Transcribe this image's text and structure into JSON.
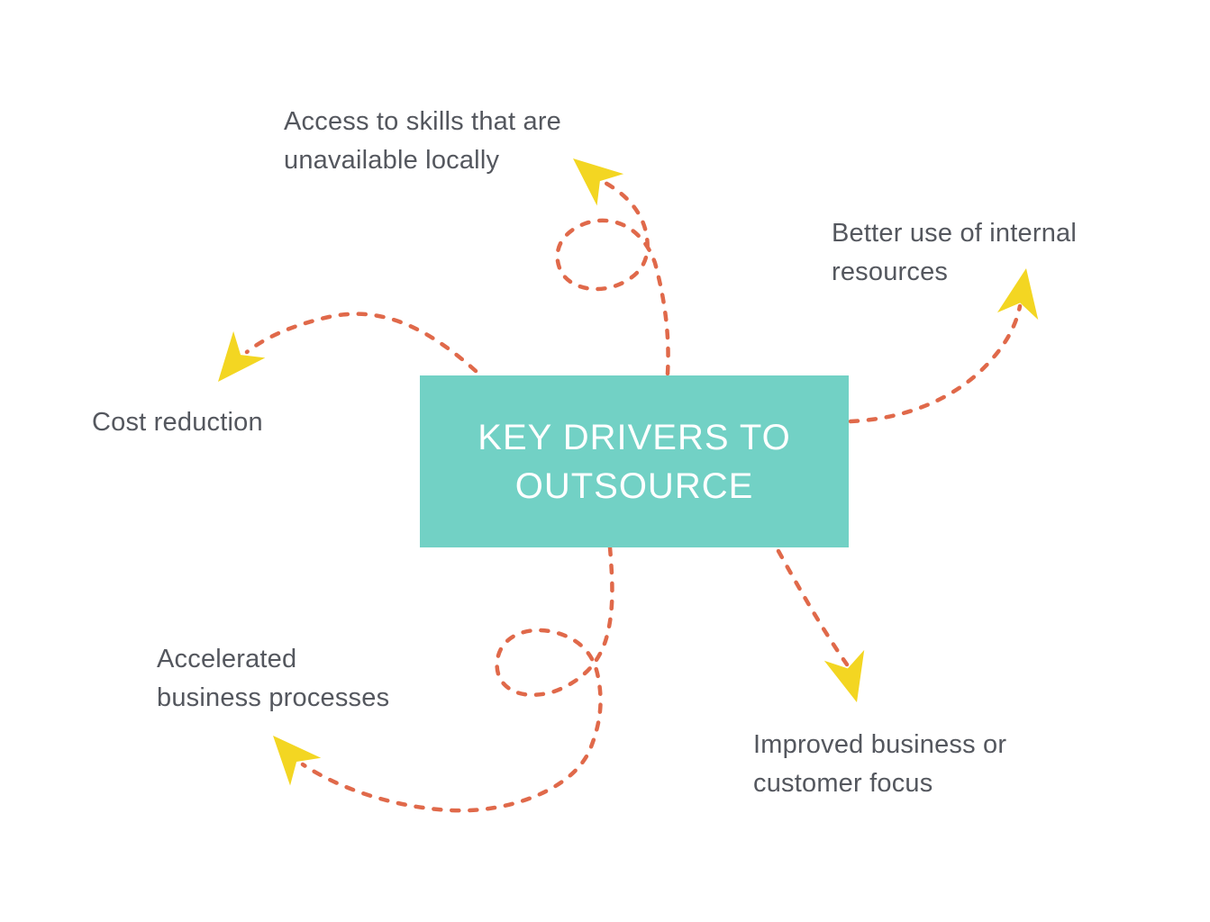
{
  "diagram": {
    "center": {
      "title": "KEY DRIVERS TO\nOUTSOURCE"
    },
    "nodes": [
      {
        "id": "access-skills",
        "label": "Access to skills that are\nunavailable locally"
      },
      {
        "id": "internal-resources",
        "label": "Better use of internal\nresources"
      },
      {
        "id": "cost-reduction",
        "label": "Cost reduction"
      },
      {
        "id": "accelerated-processes",
        "label": "Accelerated\nbusiness processes"
      },
      {
        "id": "customer-focus",
        "label": "Improved business or\ncustomer focus"
      }
    ]
  },
  "colors": {
    "box_teal": "#72D1C5",
    "dash_coral": "#E0694A",
    "arrow_yellow": "#F3D622",
    "label_gray": "#54575E",
    "title_white": "#FFFFFF",
    "background": "#FFFFFF"
  }
}
